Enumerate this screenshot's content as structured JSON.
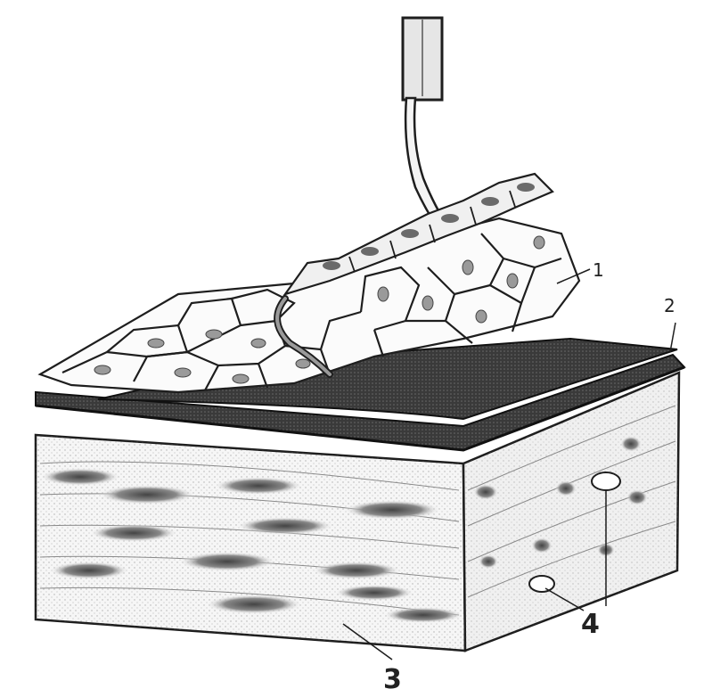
{
  "labels": {
    "label_1": "1",
    "label_2": "2",
    "label_3": "3",
    "label_4": "4"
  },
  "colors": {
    "ink": "#1e1e1e",
    "membrane": "#2a2a2a",
    "tissue_fill": "#f2f2f2",
    "background": "#ffffff"
  }
}
